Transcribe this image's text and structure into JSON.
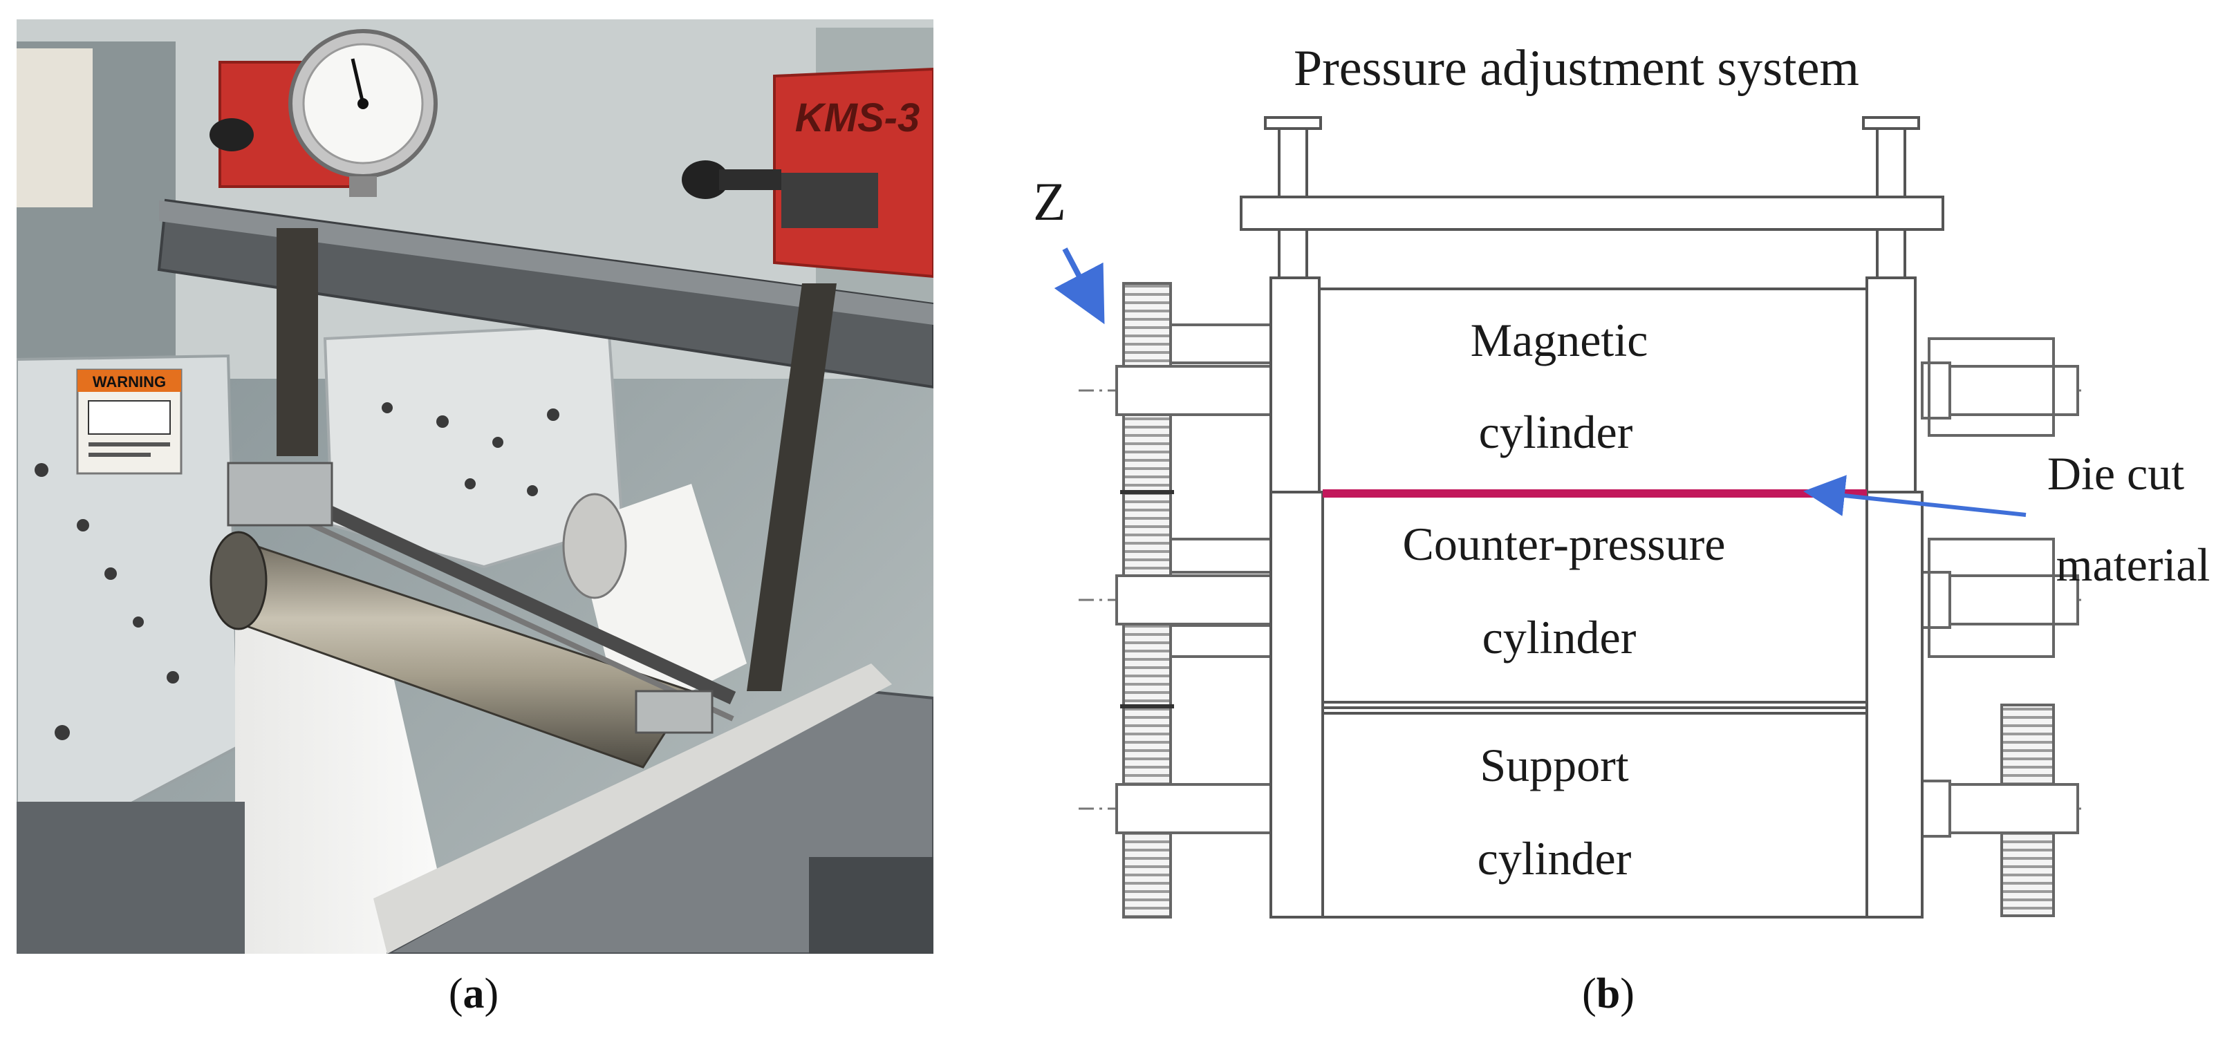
{
  "panel_a": {
    "caption_letter": "a",
    "photo_sign_warning": "WARNING",
    "photo_sign_model": "KMS-3"
  },
  "panel_b": {
    "caption_letter": "b",
    "title": "Pressure adjustment system",
    "axis_letter": "Z",
    "magnetic_line1": "Magnetic",
    "magnetic_line2": "cylinder",
    "counter_line1": "Counter-pressure",
    "counter_line2": "cylinder",
    "support_line1": "Support",
    "support_line2": "cylinder",
    "diecut_line1": "Die cut",
    "diecut_line2": "material"
  },
  "colors": {
    "die_cut_line": "#c2185b",
    "arrow": "#3f6fd8",
    "machine_red": "#c8322c",
    "machine_grey": "#9da2a6"
  }
}
